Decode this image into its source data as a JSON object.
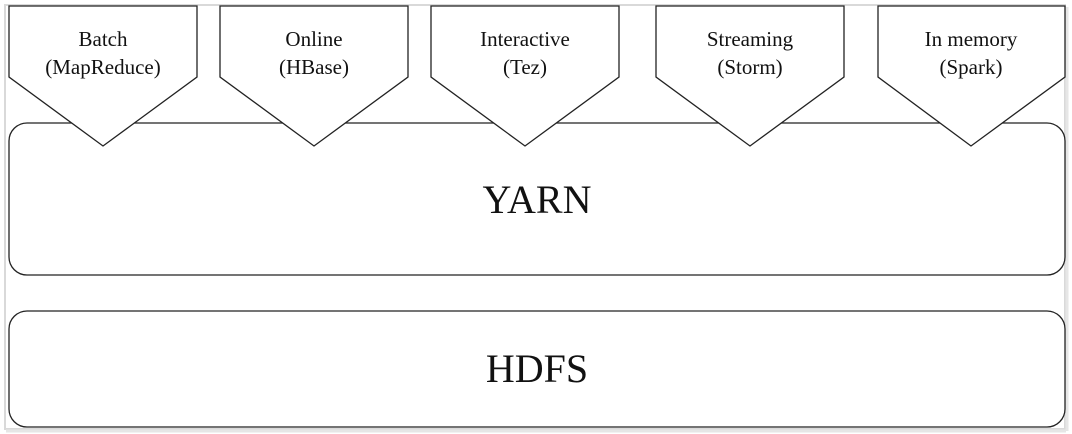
{
  "colors": {
    "stroke": "#222222",
    "fill": "#ffffff",
    "frame": "#cfcfcf",
    "text": "#111111"
  },
  "engines": [
    {
      "line1": "Batch",
      "line2": "(MapReduce)"
    },
    {
      "line1": "Online",
      "line2": "(HBase)"
    },
    {
      "line1": "Interactive",
      "line2": "(Tez)"
    },
    {
      "line1": "Streaming",
      "line2": "(Storm)"
    },
    {
      "line1": "In memory",
      "line2": "(Spark)"
    }
  ],
  "layers": {
    "resource_manager": "YARN",
    "storage": "HDFS"
  }
}
